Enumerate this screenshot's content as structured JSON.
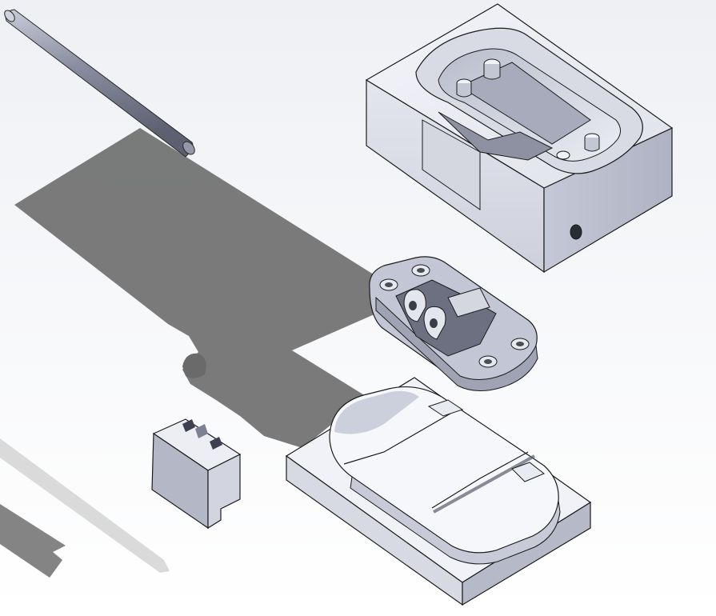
{
  "scene": {
    "background_top": "#f2f3f6",
    "background_bottom": "#ffffff",
    "shadow_color": "#6e6e6e",
    "part_light": "#eef0f6",
    "part_mid": "#c9ccd8",
    "part_dark": "#9a9eae",
    "edge_color": "#1c1c1c"
  },
  "parts": [
    {
      "id": "pin",
      "name": "guide-pin"
    },
    {
      "id": "mold-top",
      "name": "upper-mold-block"
    },
    {
      "id": "part",
      "name": "molded-part"
    },
    {
      "id": "mold-bottom",
      "name": "lower-mold-base"
    },
    {
      "id": "slider",
      "name": "slider-block"
    }
  ]
}
